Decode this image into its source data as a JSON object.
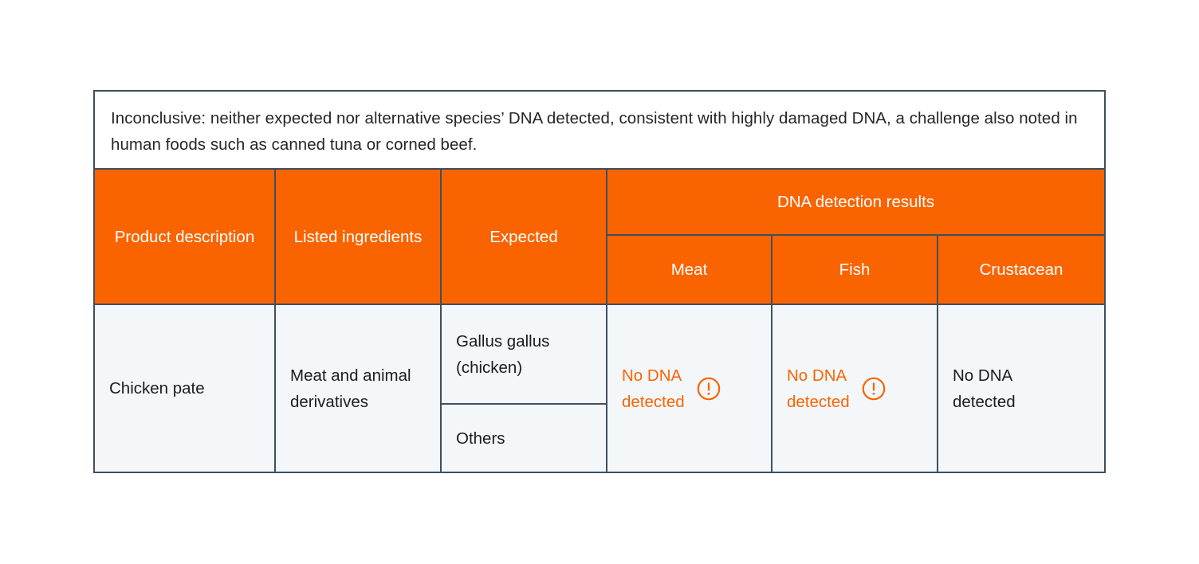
{
  "caption": {
    "text": "Inconclusive: neither expected nor alternative species’ DNA detected, consistent with highly damaged DNA, a challenge also noted in human foods such as canned tuna or corned beef."
  },
  "colors": {
    "header_orange": "#fa6400",
    "border": "#3f4f5f",
    "body_background": "#f3f7fa",
    "alert_text": "#fa6400",
    "body_text": "#1c1c1c",
    "header_text": "#ffffff"
  },
  "table": {
    "headers": {
      "product_description": "Product description",
      "listed_ingredients": "Listed ingredients",
      "expected": "Expected",
      "results_group": "DNA detection results",
      "results_sub": {
        "meat": "Meat",
        "fish": "Fish",
        "crustacean": "Crustacean"
      }
    },
    "rows": [
      {
        "product_description": "Chicken pate",
        "listed_ingredients": "Meat and animal derivatives",
        "expected_primary": "Gallus gallus (chicken)",
        "expected_secondary": "Others",
        "results": {
          "meat": {
            "text": "No DNA\ndetected",
            "alert": true,
            "icon": "alert-circle-icon"
          },
          "fish": {
            "text": "No DNA\ndetected",
            "alert": true,
            "icon": "alert-circle-icon"
          },
          "crustacean": {
            "text": "No DNA\ndetected",
            "alert": false,
            "icon": null
          }
        }
      }
    ]
  }
}
